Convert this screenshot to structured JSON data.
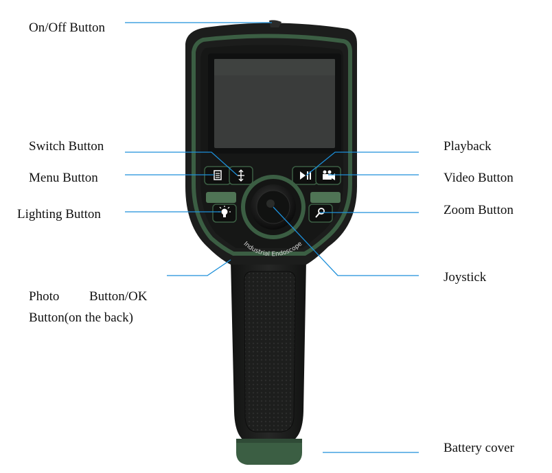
{
  "labels": {
    "on_off_button": "On/Off Button",
    "switch_button": "Switch Button",
    "menu_button": "Menu Button",
    "lighting_button": "Lighting Button",
    "photo_button_line1_a": "Photo",
    "photo_button_line1_b": "Button/OK",
    "photo_button_line2": "Button(on the back)",
    "playback": "Playback",
    "video_button": "Video Button",
    "zoom_button": "Zoom Button",
    "joystick": "Joystick",
    "battery_cover": "Battery cover"
  },
  "device": {
    "brand_text": "Industrial Endoscope"
  },
  "colors": {
    "leader_line": "#1c8fd9",
    "device_body": "#1c1d1c",
    "green_trim": "#3b5e43",
    "green_button": "#5f8a63",
    "screen": "#3a3c3b"
  },
  "icons": {
    "menu": "menu-icon",
    "switch": "switch-icon",
    "playback": "play-pause-icon",
    "video": "video-camera-icon",
    "lighting": "light-bulb-icon",
    "zoom": "magnifier-icon"
  }
}
